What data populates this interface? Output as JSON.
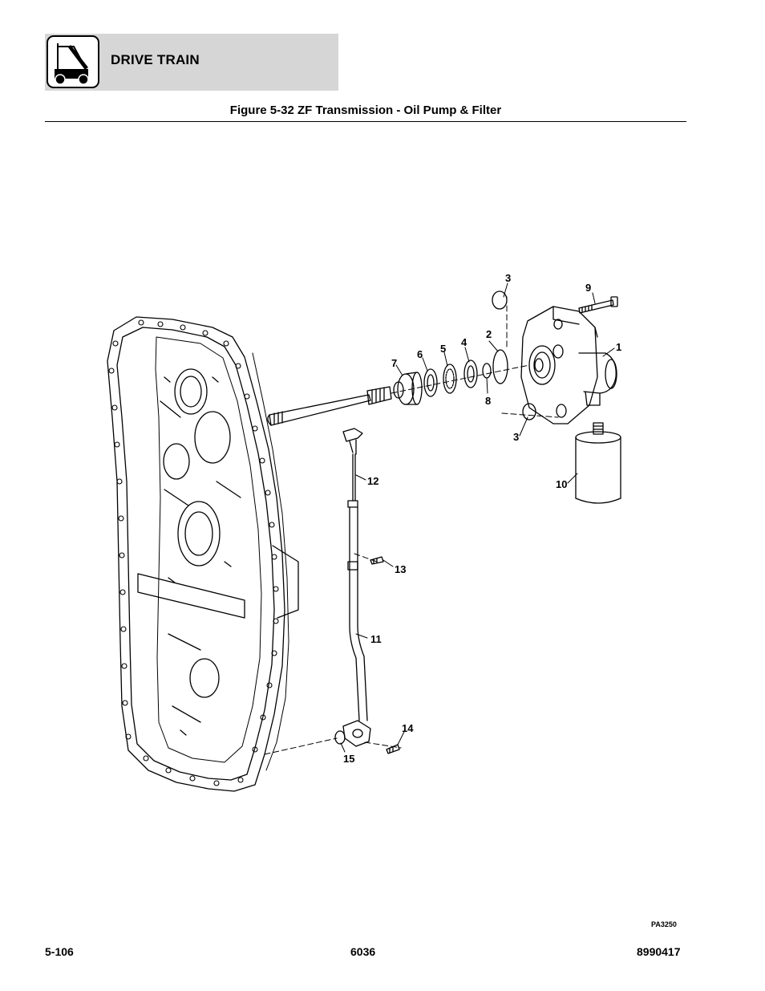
{
  "header": {
    "section_title": "DRIVE TRAIN",
    "icon": "machine-icon"
  },
  "figure": {
    "title": "Figure 5-32 ZF Transmission - Oil Pump & Filter",
    "drawing_id": "PA3250",
    "callouts": {
      "c1": "1",
      "c2": "2",
      "c3a": "3",
      "c3b": "3",
      "c4": "4",
      "c5": "5",
      "c6": "6",
      "c7": "7",
      "c8": "8",
      "c9": "9",
      "c10": "10",
      "c11": "11",
      "c12": "12",
      "c13": "13",
      "c14": "14",
      "c15": "15"
    }
  },
  "footer": {
    "page_number": "5-106",
    "model": "6036",
    "part_number": "8990417"
  }
}
